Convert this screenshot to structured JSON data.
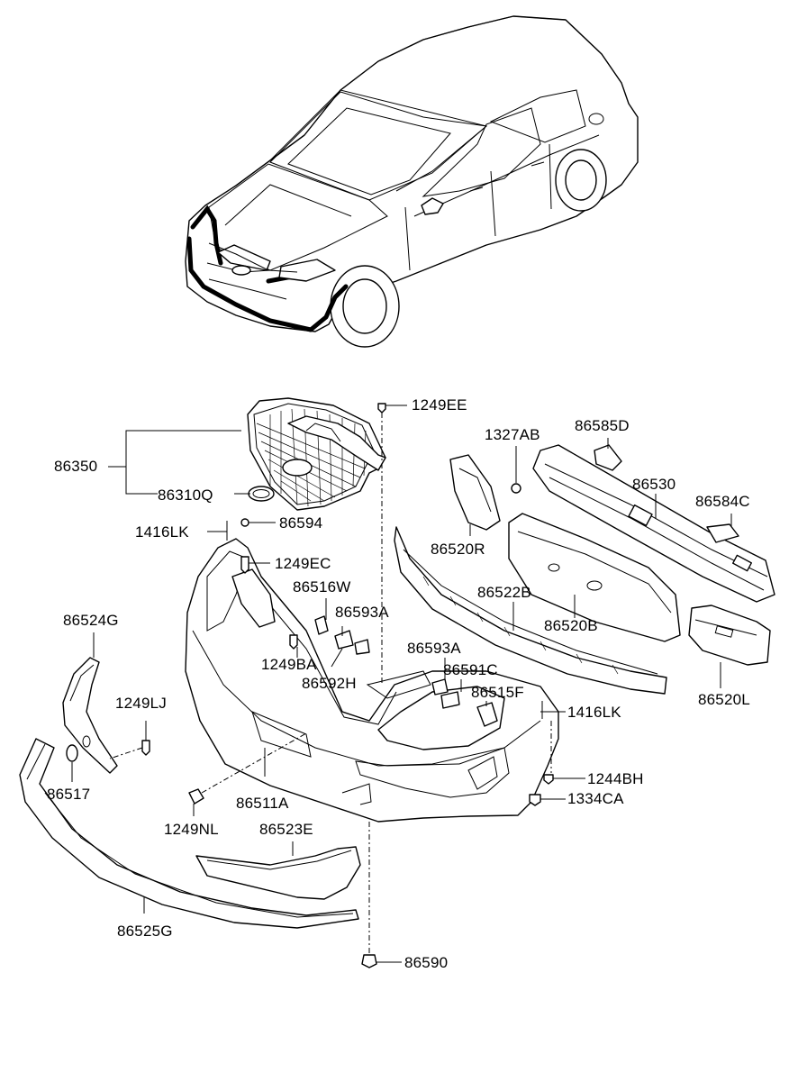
{
  "callouts": {
    "p_1249EE": "1249EE",
    "p_1327AB": "1327AB",
    "p_86585D": "86585D",
    "p_86350": "86350",
    "p_86530": "86530",
    "p_86584C": "86584C",
    "p_86310Q": "86310Q",
    "p_86594": "86594",
    "p_1416LK_a": "1416LK",
    "p_86520R": "86520R",
    "p_1249EC": "1249EC",
    "p_86516W": "86516W",
    "p_86522B": "86522B",
    "p_86593A_a": "86593A",
    "p_86524G": "86524G",
    "p_86520B": "86520B",
    "p_1249BA": "1249BA",
    "p_86593A_b": "86593A",
    "p_86592H": "86592H",
    "p_86591C": "86591C",
    "p_86520L": "86520L",
    "p_1249LJ": "1249LJ",
    "p_86515F": "86515F",
    "p_1416LK_b": "1416LK",
    "p_86517": "86517",
    "p_1244BH": "1244BH",
    "p_86511A": "86511A",
    "p_1334CA": "1334CA",
    "p_1249NL": "1249NL",
    "p_86523E": "86523E",
    "p_86525G": "86525G",
    "p_86590": "86590"
  },
  "colors": {
    "ink": "#000000",
    "paper": "#ffffff"
  }
}
